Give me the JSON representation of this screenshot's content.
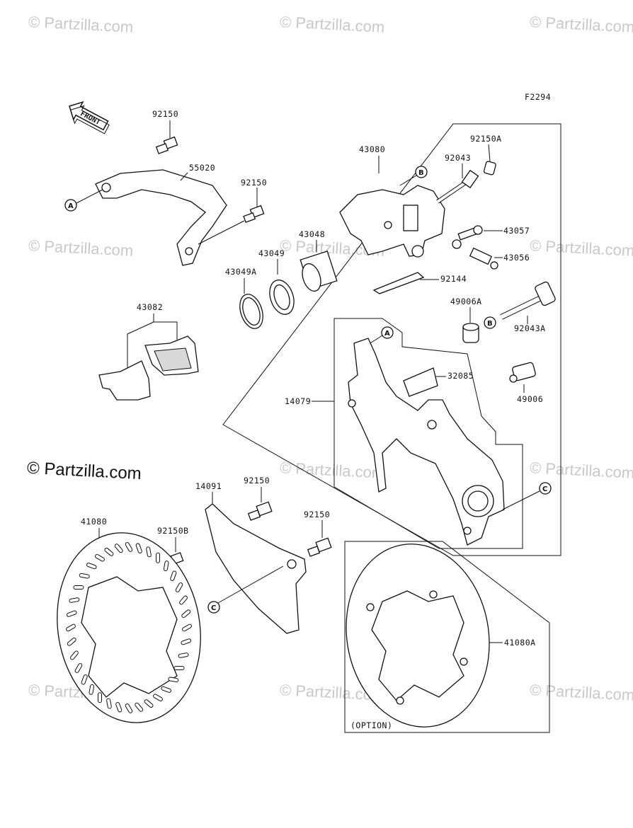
{
  "diagram_id": "F2294",
  "watermark": {
    "text": "© Partzilla.com"
  },
  "front_arrow": {
    "label": "FRONT"
  },
  "ref_markers": {
    "a": "A",
    "b": "B",
    "c": "C"
  },
  "option_note": "(OPTION)",
  "parts": {
    "p92150_top": "92150",
    "p55020": "55020",
    "p92150_mid": "92150",
    "p43080": "43080",
    "p92150A": "92150A",
    "p92043": "92043",
    "p43057": "43057",
    "p43056": "43056",
    "p43048": "43048",
    "p43049": "43049",
    "p43049A": "43049A",
    "p92144": "92144",
    "p43082": "43082",
    "p49006A": "49006A",
    "p92043A": "92043A",
    "p32085": "32085",
    "p14079": "14079",
    "p49006": "49006",
    "p14091": "14091",
    "p92150_guard": "92150",
    "p92150_guard2": "92150",
    "p41080": "41080",
    "p92150B": "92150B",
    "p41080A": "41080A"
  }
}
